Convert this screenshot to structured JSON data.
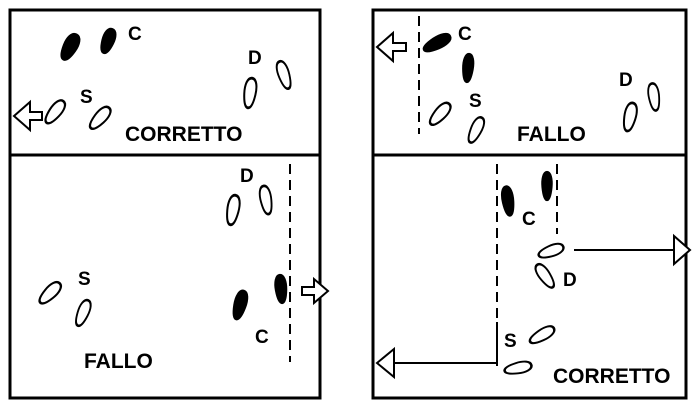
{
  "labels": {
    "c": "C",
    "d": "D",
    "s": "S",
    "corretto": "CORRETTO",
    "fallo": "FALLO"
  },
  "colors": {
    "ink": "#000000",
    "background": "#ffffff"
  },
  "icons": {
    "open_footprint": "open-footprint-icon",
    "filled_footprint": "filled-footprint-icon",
    "arrow": "hollow-arrow-icon"
  }
}
